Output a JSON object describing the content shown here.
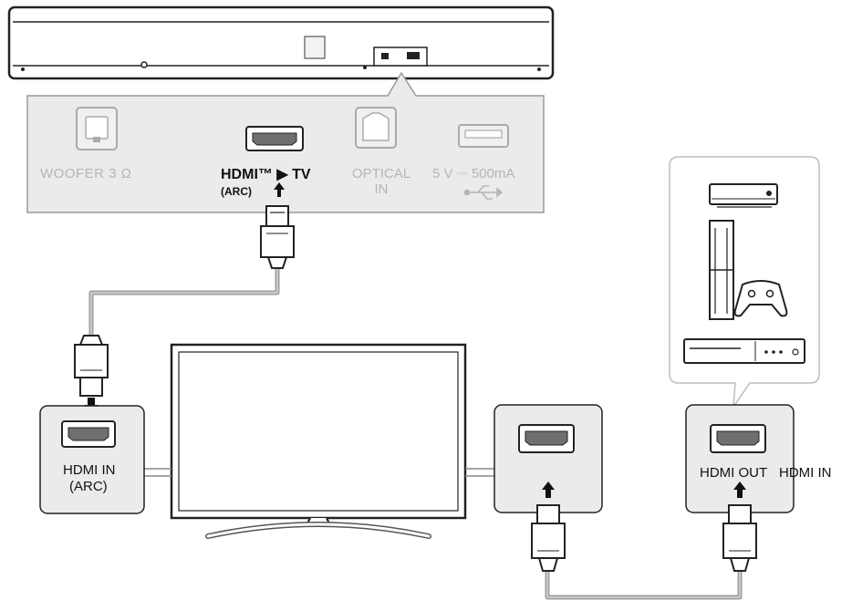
{
  "colors": {
    "outline": "#222222",
    "panel_fill": "#ebebeb",
    "panel_stroke": "#9a9a9a",
    "faded_label": "#b5b5b5",
    "dark_label": "#111111",
    "cable": "#9e9e9e",
    "port_fill": "#6f6f6f",
    "device_box_stroke": "#bdbdbd"
  },
  "soundbar_panel": {
    "woofer_label": "WOOFER 3 Ω",
    "hdmi_tv_label": "HDMI™ ▶ TV",
    "arc_label": "(ARC)",
    "optical_label_line1": "OPTICAL",
    "optical_label_line2": "IN",
    "usb_label": "5 V ⎓ 500mA"
  },
  "tv_panel": {
    "hdmi_in_line1": "HDMI IN",
    "hdmi_in_line2": "(ARC)"
  },
  "source_labels": {
    "hdmi_out": "HDMI OUT",
    "hdmi_in": "HDMI IN"
  },
  "icons": {
    "devices": [
      "set-top-box-icon",
      "game-console-icon",
      "gamepad-icon",
      "blu-ray-player-icon"
    ],
    "usb_symbol": "usb-icon",
    "arrows": "arrow-up-icon"
  }
}
